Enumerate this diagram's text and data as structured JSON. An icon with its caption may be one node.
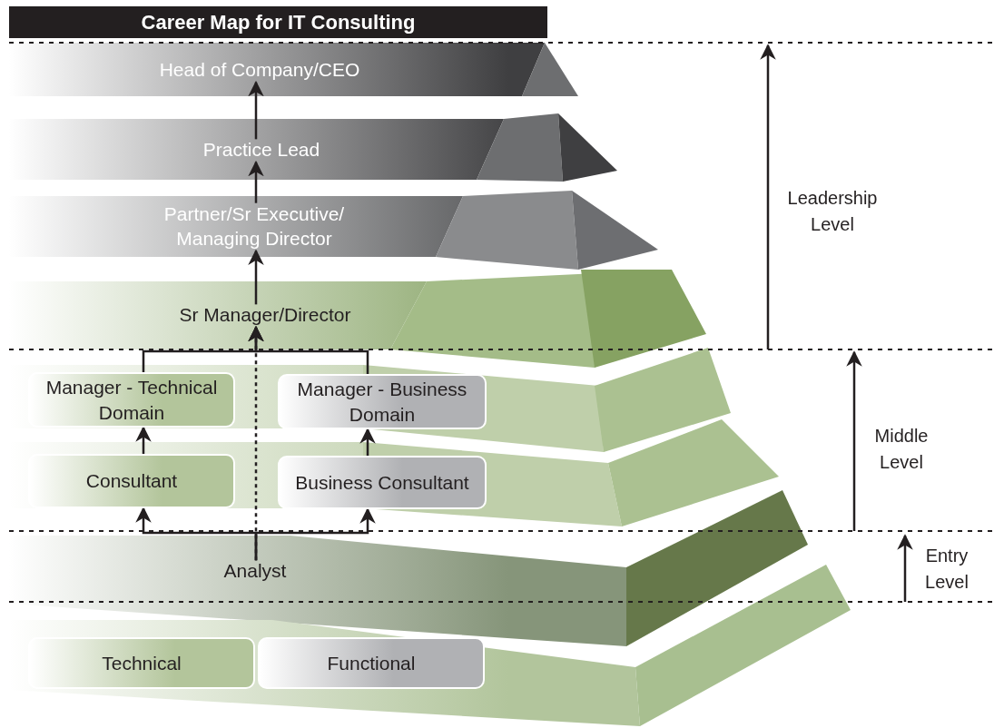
{
  "diagram": {
    "title": "Career Map for IT Consulting",
    "nodes": [
      {
        "text": [
          "Head of Company/CEO"
        ]
      },
      {
        "text": [
          "Practice Lead"
        ]
      },
      {
        "text": [
          "Partner/Sr Executive/ Managing Director"
        ]
      },
      {
        "text": [
          "Sr Manager/Director"
        ]
      },
      {
        "text": [
          "Manager - Technical Domain"
        ]
      },
      {
        "text": [
          "Manager - Business Domain"
        ]
      },
      {
        "text": [
          "Consultant"
        ]
      },
      {
        "text": [
          "Business Consultant"
        ]
      },
      {
        "text": [
          "Analyst"
        ]
      },
      {
        "text": [
          "Technical"
        ]
      },
      {
        "text": [
          "Functional"
        ]
      }
    ],
    "edges": [
      {
        "from": 1,
        "to": 0,
        "arrow": "to"
      },
      {
        "from": 2,
        "to": 1,
        "arrow": "to"
      },
      {
        "from": 3,
        "to": 2,
        "arrow": "to"
      },
      {
        "from": 8,
        "to": 6,
        "arrow": "to"
      },
      {
        "from": 8,
        "to": 7,
        "arrow": "to"
      },
      {
        "from": 6,
        "to": 4,
        "arrow": "to"
      },
      {
        "from": 7,
        "to": 5,
        "arrow": "to"
      },
      {
        "from": 4,
        "to": 3,
        "arrow": "to"
      },
      {
        "from": 5,
        "to": 3,
        "arrow": "to"
      },
      {
        "from": 8,
        "to": 3,
        "arrow": "to",
        "style": "dashed"
      }
    ],
    "labels": [
      "Leadership Level",
      "Middle Level",
      "Entry Level"
    ]
  }
}
